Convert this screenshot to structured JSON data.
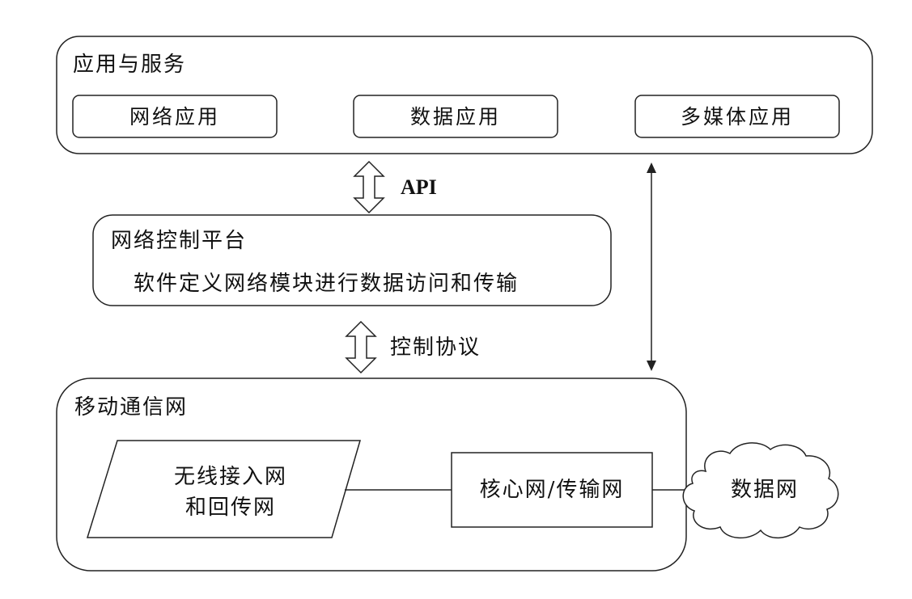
{
  "apps_services": {
    "title": "应用与服务",
    "items": [
      "网络应用",
      "数据应用",
      "多媒体应用"
    ]
  },
  "api_label": "API",
  "control_platform": {
    "title": "网络控制平台",
    "description": "软件定义网络模块进行数据访问和传输"
  },
  "control_protocol_label": "控制协议",
  "mobile_network": {
    "title": "移动通信网",
    "ran_line1": "无线接入网",
    "ran_line2": "和回传网",
    "core": "核心网/传输网"
  },
  "data_network": "数据网"
}
